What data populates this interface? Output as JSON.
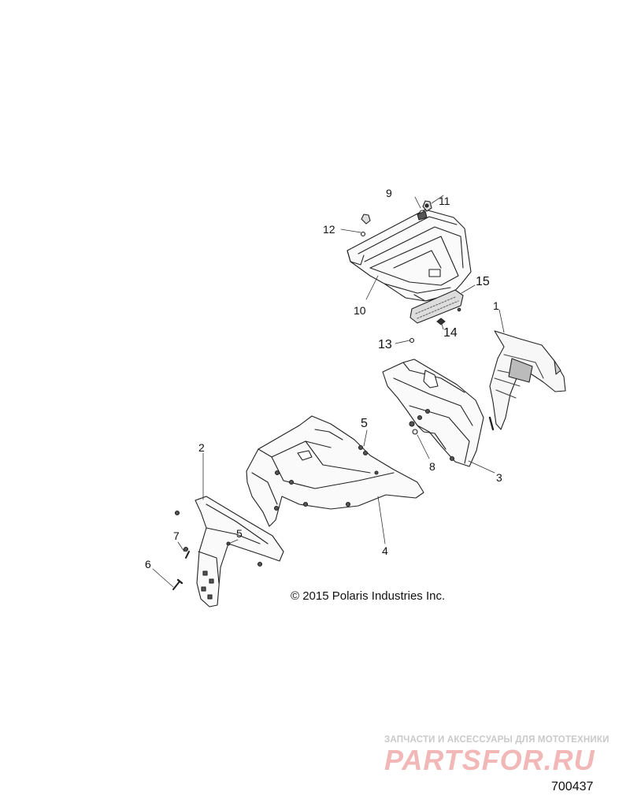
{
  "callouts": {
    "c1": "1",
    "c2": "2",
    "c3": "3",
    "c4": "4",
    "c5a": "5",
    "c5b": "5",
    "c6": "6",
    "c7": "7",
    "c8": "8",
    "c9": "9",
    "c10": "10",
    "c11": "11",
    "c12": "12",
    "c13": "13",
    "c14": "14",
    "c15": "15"
  },
  "copyright": "© 2015 Polaris Industries Inc.",
  "watermark": {
    "subtitle": "ЗАПЧАСТИ И АКСЕССУАРЫ ДЛЯ МОТОТЕХНИКИ",
    "logo": "PARTSFOR.RU"
  },
  "drawing_number": "700437"
}
